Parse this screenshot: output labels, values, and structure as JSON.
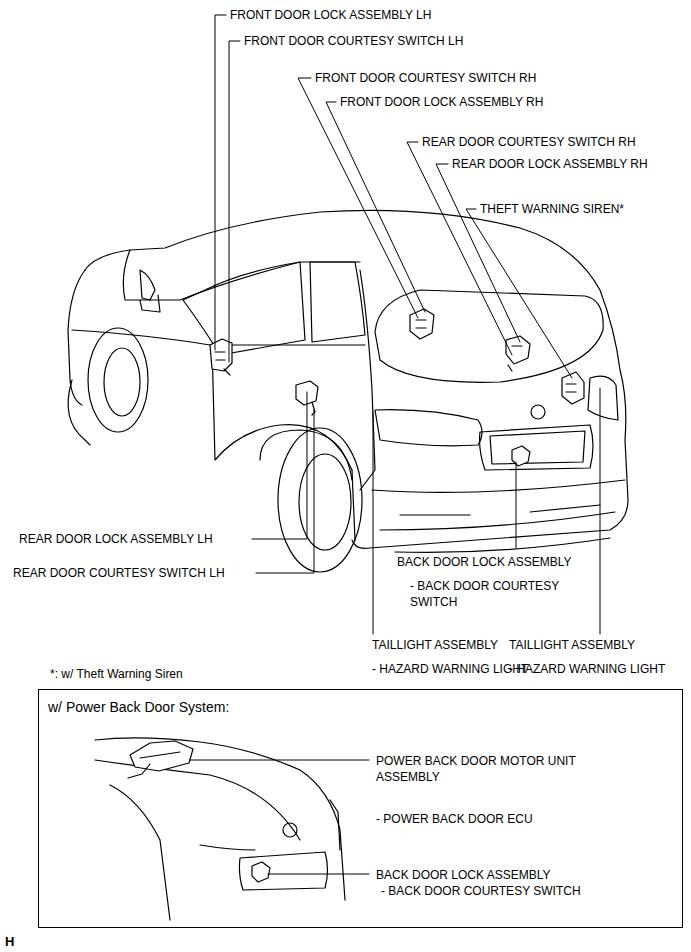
{
  "diagram": {
    "nodes": [
      {
        "text": [
          "w/ Power Back Door System:",
          "POWER BACK DOOR MOTOR UNIT ASSEMBLY",
          "- POWER BACK DOOR ECU",
          "BACK DOOR LOCK ASSEMBLY",
          "- BACK DOOR COURTESY SWITCH"
        ]
      }
    ],
    "labels": [
      "FRONT DOOR LOCK ASSEMBLY LH",
      "FRONT DOOR COURTESY SWITCH LH",
      "FRONT DOOR COURTESY SWITCH RH",
      "FRONT DOOR LOCK ASSEMBLY RH",
      "REAR DOOR COURTESY SWITCH RH",
      "REAR DOOR LOCK ASSEMBLY RH",
      "THEFT WARNING SIREN*",
      "REAR DOOR LOCK ASSEMBLY LH",
      "REAR DOOR COURTESY SWITCH LH",
      "BACK DOOR LOCK ASSEMBLY",
      "- BACK DOOR COURTESY SWITCH",
      "TAILLIGHT ASSEMBLY",
      "- HAZARD WARNING LIGHT",
      "TAILLIGHT ASSEMBLY",
      "- HAZARD WARNING LIGHT",
      "*: w/ Theft Warning Siren",
      "H"
    ]
  }
}
